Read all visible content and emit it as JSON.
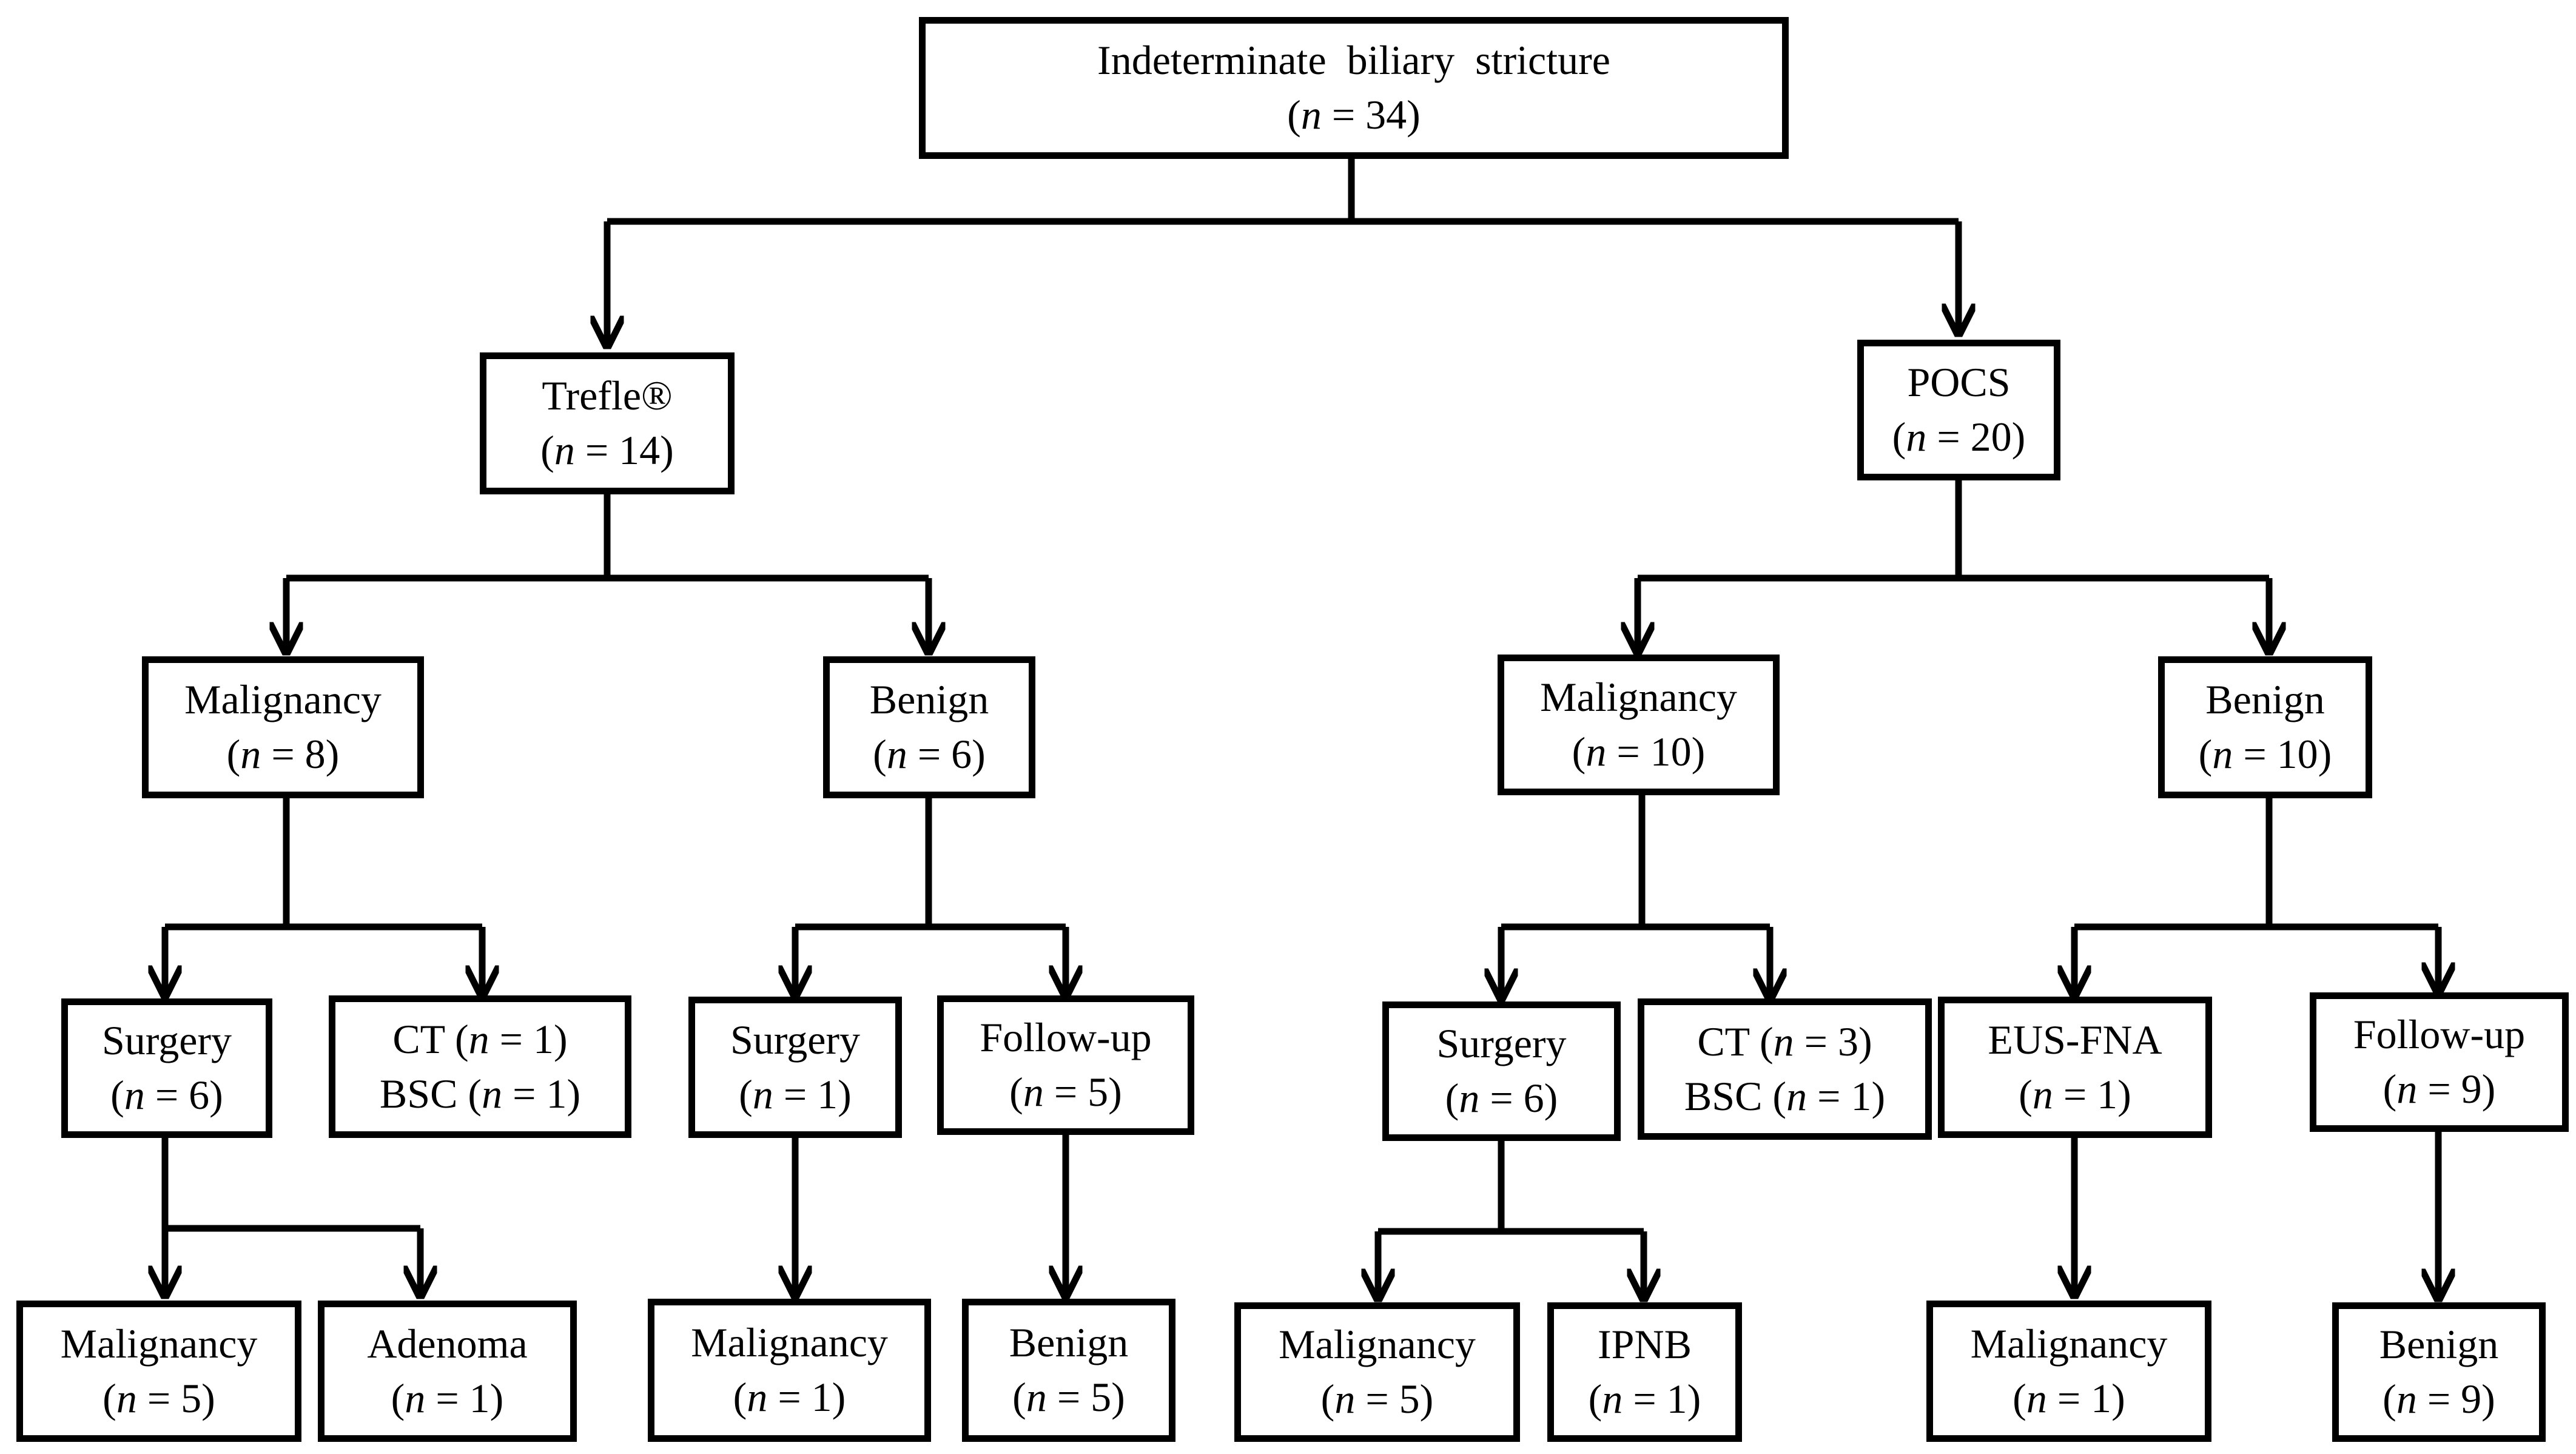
{
  "nodes": {
    "root": {
      "title": "Indeterminate  biliary  stricture",
      "n": "34"
    },
    "trefle": {
      "title": "Trefle®",
      "n": "14"
    },
    "pocs": {
      "title": "POCS",
      "n": "20"
    },
    "t_malig": {
      "title": "Malignancy",
      "n": "8"
    },
    "t_benign": {
      "title": "Benign",
      "n": "6"
    },
    "p_malig": {
      "title": "Malignancy",
      "n": "10"
    },
    "p_benign": {
      "title": "Benign",
      "n": "10"
    },
    "t_m_surgery": {
      "title": "Surgery",
      "n": "6"
    },
    "t_m_ct": {
      "line1_label": "CT",
      "line1_n": "1",
      "line2_label": "BSC",
      "line2_n": "1"
    },
    "t_b_surgery": {
      "title": "Surgery",
      "n": "1"
    },
    "t_b_followup": {
      "title": "Follow-up",
      "n": "5"
    },
    "p_m_surgery": {
      "title": "Surgery",
      "n": "6"
    },
    "p_m_ct": {
      "line1_label": "CT",
      "line1_n": "3",
      "line2_label": "BSC",
      "line2_n": "1"
    },
    "p_b_eusfna": {
      "title": "EUS-FNA",
      "n": "1"
    },
    "p_b_followup": {
      "title": "Follow-up",
      "n": "9"
    },
    "leaf_t_malig": {
      "title": "Malignancy",
      "n": "5"
    },
    "leaf_t_adenoma": {
      "title": "Adenoma",
      "n": "1"
    },
    "leaf_t_b_malig": {
      "title": "Malignancy",
      "n": "1"
    },
    "leaf_t_b_benign": {
      "title": "Benign",
      "n": "5"
    },
    "leaf_p_malig": {
      "title": "Malignancy",
      "n": "5"
    },
    "leaf_p_ipnb": {
      "title": "IPNB",
      "n": "1"
    },
    "leaf_p_eus_malig": {
      "title": "Malignancy",
      "n": "1"
    },
    "leaf_p_benign": {
      "title": "Benign",
      "n": "9"
    }
  }
}
